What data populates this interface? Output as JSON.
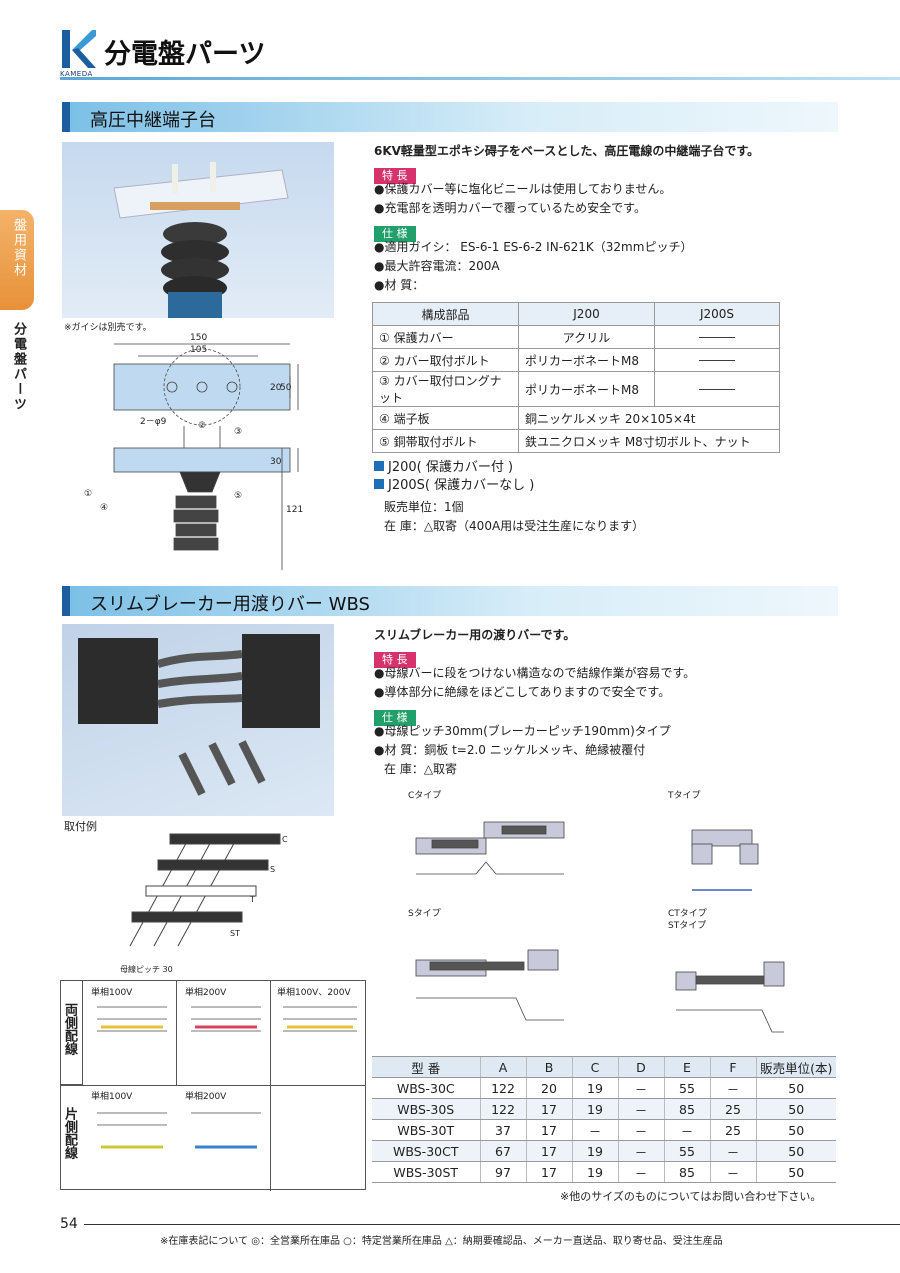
{
  "header": {
    "title": "分電盤パーツ",
    "logo_text": "KAMEDA",
    "side_tab": "盤用資材",
    "side_sub": "分電盤パーツ",
    "colors": {
      "accent": "#1d5f9e",
      "tab": "#e8913a",
      "feature": "#d6336c",
      "spec": "#22a06b"
    }
  },
  "section1": {
    "title": "高圧中継端子台",
    "photo_caption": "※ガイシは別売です。",
    "intro": "6KV軽量型エポキシ碍子をベースとした、高圧電線の中継端子台です。",
    "feature_tag": "特 長",
    "features": [
      "●保護カバー等に塩化ビニールは使用しておりません。",
      "●充電部を透明カバーで覆っているため安全です。"
    ],
    "spec_tag": "仕 様",
    "specs": [
      "●適用ガイシ： ES-6-1 ES-6-2 IN-621K（32mmピッチ）",
      "●最大許容電流：200A",
      "●材 質："
    ],
    "table": {
      "headers": [
        "構成部品",
        "J200",
        "J200S"
      ],
      "rows": [
        [
          "① 保護カバー",
          "アクリル",
          "―――"
        ],
        [
          "② カバー取付ボルト",
          "ポリカーボネートM8",
          "―――"
        ],
        [
          "③ カバー取付ロングナット",
          "ポリカーボネートM8",
          "―――"
        ],
        [
          "④ 端子板",
          "銅ニッケルメッキ 20×105×4t",
          ""
        ],
        [
          "⑤ 銅帯取付ボルト",
          "鉄ユニクロメッキ M8寸切ボルト、ナット",
          ""
        ]
      ]
    },
    "models": [
      "J200( 保護カバー付 )",
      "J200S( 保護カバーなし )"
    ],
    "sales_unit": "販売単位：1個",
    "stock": "在 庫：△取寄（400A用は受注生産になります）",
    "dims": {
      "w150": "150",
      "w105": "105",
      "h20": "20",
      "h50": "50",
      "h30": "30",
      "h121": "121",
      "hole": "2－φ9"
    }
  },
  "section2": {
    "title": "スリムブレーカー用渡りバー WBS",
    "photo_caption": "取付例",
    "intro": "スリムブレーカー用の渡りバーです。",
    "feature_tag": "特 長",
    "features": [
      "●母線バーに段をつけない構造なので結線作業が容易です。",
      "●導体部分に絶縁をほどこしてありますので安全です。"
    ],
    "spec_tag": "仕 様",
    "specs": [
      "●母線ピッチ30mm(ブレーカーピッチ190mm)タイプ",
      "●材 質：銅板 t=2.0 ニッケルメッキ、絶縁被覆付",
      "在 庫：△取寄"
    ],
    "types": [
      "Cタイプ",
      "Tタイプ",
      "Sタイプ",
      "CTタイプ",
      "STタイプ"
    ],
    "pitch_label": "母線ピッチ 30",
    "wiring": {
      "both_label": "両側配線",
      "single_label": "片側配線",
      "both_cols": [
        "単相100V",
        "単相200V",
        "単相100V、200V"
      ],
      "single_cols": [
        "単相100V",
        "単相200V"
      ]
    },
    "table": {
      "headers": [
        "型 番",
        "A",
        "B",
        "C",
        "D",
        "E",
        "F",
        "販売単位(本)"
      ],
      "rows": [
        [
          "WBS-30C",
          "122",
          "20",
          "19",
          "－",
          "55",
          "－",
          "50"
        ],
        [
          "WBS-30S",
          "122",
          "17",
          "19",
          "－",
          "85",
          "25",
          "50"
        ],
        [
          "WBS-30T",
          "37",
          "17",
          "－",
          "－",
          "－",
          "25",
          "50"
        ],
        [
          "WBS-30CT",
          "67",
          "17",
          "19",
          "－",
          "55",
          "－",
          "50"
        ],
        [
          "WBS-30ST",
          "97",
          "17",
          "19",
          "－",
          "85",
          "－",
          "50"
        ]
      ]
    },
    "note": "※他のサイズのものについてはお問い合わせ下さい。"
  },
  "footer": {
    "page": "54",
    "note": "※在庫表記について ◎：全営業所在庫品 ○：特定営業所在庫品 △：納期要確認品、メーカー直送品、取り寄せ品、受注生産品"
  }
}
